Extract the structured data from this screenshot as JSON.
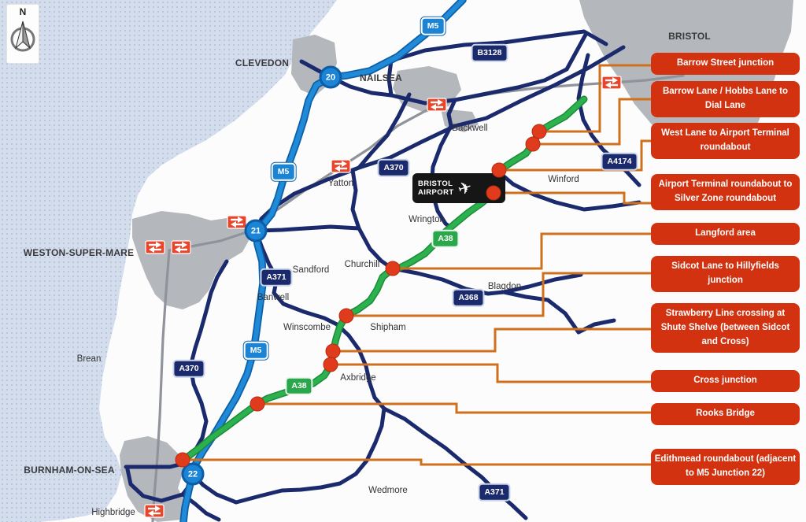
{
  "map": {
    "compass_label": "N",
    "cities": [
      {
        "name": "CLEVEDON"
      },
      {
        "name": "NAILSEA"
      },
      {
        "name": "BRISTOL"
      },
      {
        "name": "WESTON-SUPER-MARE"
      },
      {
        "name": "BURNHAM-ON-SEA"
      }
    ],
    "towns": [
      {
        "name": "Backwell"
      },
      {
        "name": "Yatton"
      },
      {
        "name": "Winford"
      },
      {
        "name": "Wrington"
      },
      {
        "name": "Churchill"
      },
      {
        "name": "Sandford"
      },
      {
        "name": "Banwell"
      },
      {
        "name": "Blagdon"
      },
      {
        "name": "Winscombe"
      },
      {
        "name": "Shipham"
      },
      {
        "name": "Axbridge"
      },
      {
        "name": "Wedmore"
      },
      {
        "name": "Highbridge"
      },
      {
        "name": "Brean"
      }
    ],
    "motorway_shields": [
      {
        "label": "M5"
      },
      {
        "label": "M5"
      },
      {
        "label": "M5"
      }
    ],
    "road_shields": [
      {
        "label": "B3128"
      },
      {
        "label": "A370"
      },
      {
        "label": "A4174"
      },
      {
        "label": "A371"
      },
      {
        "label": "A368"
      },
      {
        "label": "A370"
      },
      {
        "label": "A371"
      }
    ],
    "a38_shields": [
      {
        "label": "A38"
      },
      {
        "label": "A38"
      }
    ],
    "junctions": [
      {
        "number": "20"
      },
      {
        "number": "21"
      },
      {
        "number": "22"
      }
    ],
    "airport": {
      "line1": "BRISTOL",
      "line2": "AIRPORT",
      "icon": "airplane"
    }
  },
  "callouts": [
    {
      "label": "Barrow Street junction"
    },
    {
      "label": "Barrow Lane / Hobbs Lane to Dial Lane"
    },
    {
      "label": "West Lane to Airport Terminal roundabout"
    },
    {
      "label": "Airport Terminal roundabout to Silver Zone roundabout"
    },
    {
      "label": "Langford area"
    },
    {
      "label": "Sidcot Lane to Hillyfields junction"
    },
    {
      "label": "Strawberry Line crossing at Shute Shelve (between Sidcot and Cross)"
    },
    {
      "label": "Cross junction"
    },
    {
      "label": "Rooks Bridge"
    },
    {
      "label": "Edithmead roundabout (adjacent to M5 Junction 22)"
    }
  ],
  "colors": {
    "sea": "#d3ddec",
    "land": "#fcfcfd",
    "urban": "#b4b7bb",
    "railway": "#90949a",
    "motorway": "#1b84d5",
    "a_road": "#1a2a6c",
    "a38_green": "#2aa74a",
    "connector": "#d0701c",
    "marker": "#e03b1d",
    "callout_bg": "#d23210"
  }
}
